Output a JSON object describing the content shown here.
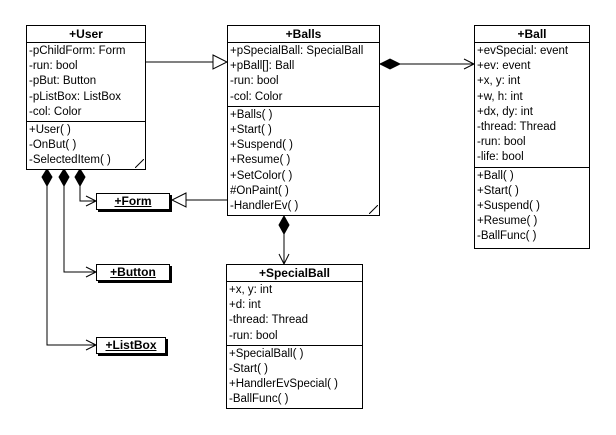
{
  "classes": {
    "user": {
      "name": "+User",
      "attributes": [
        "-pChildForm: Form",
        "-run: bool",
        "-pBut: Button",
        "-pListBox: ListBox",
        "-col: Color"
      ],
      "operations": [
        "+User( )",
        "-OnBut( )",
        "-SelectedItem( )"
      ]
    },
    "balls": {
      "name": "+Balls",
      "attributes": [
        "+pSpecialBall: SpecialBall",
        "+pBall[]: Ball",
        "-run: bool",
        "-col: Color"
      ],
      "operations": [
        "+Balls( )",
        "+Start( )",
        "+Suspend( )",
        "+Resume( )",
        "+SetColor( )",
        "#OnPaint( )",
        "-HandlerEv( )"
      ]
    },
    "ball": {
      "name": "+Ball",
      "attributes": [
        "+evSpecial: event",
        "+ev: event",
        "+x, y: int",
        "+w, h: int",
        "+dx, dy: int",
        "-thread: Thread",
        "-run: bool",
        "-life: bool"
      ],
      "operations": [
        "+Ball( )",
        "+Start( )",
        "+Suspend( )",
        "+Resume( )",
        "-BallFunc( )"
      ]
    },
    "specialball": {
      "name": "+SpecialBall",
      "attributes": [
        "+x, y: int",
        "+d: int",
        "-thread: Thread",
        "-run: bool"
      ],
      "operations": [
        "+SpecialBall( )",
        "-Start( )",
        "+HandlerEvSpecial( )",
        "-BallFunc( )"
      ]
    }
  },
  "references": {
    "form": "+Form",
    "button": "+Button",
    "listbox": "+ListBox"
  }
}
